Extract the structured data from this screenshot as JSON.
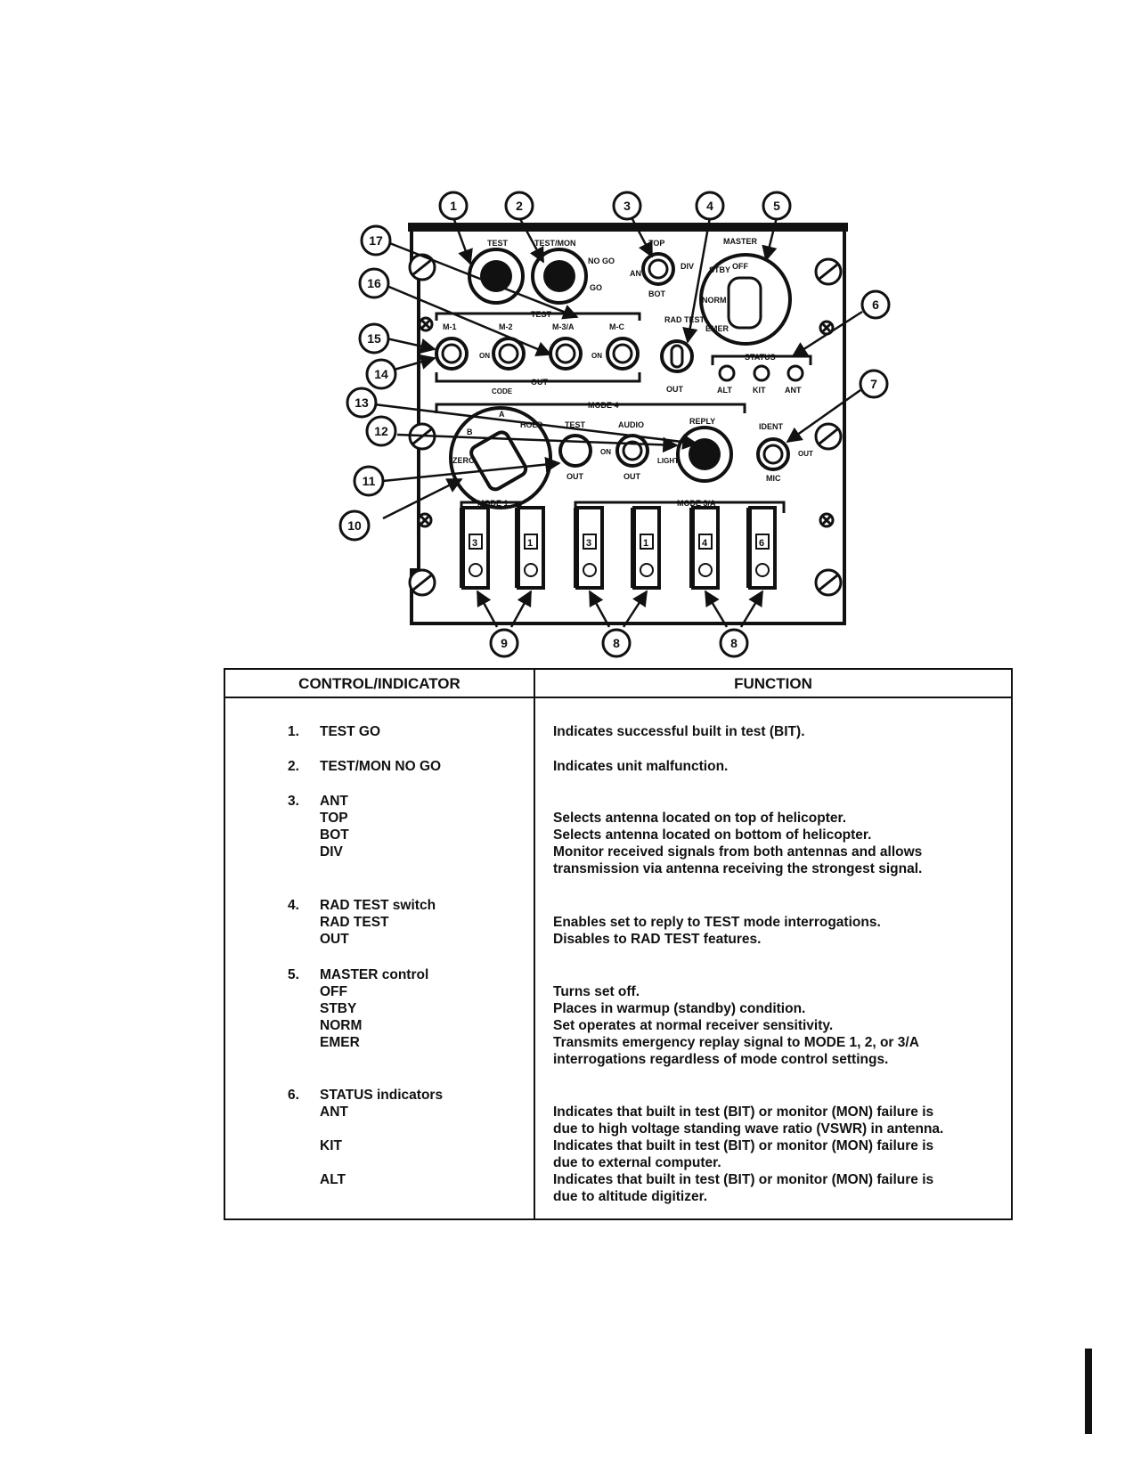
{
  "figure": {
    "callouts": {
      "c1": "1",
      "c2": "2",
      "c3": "3",
      "c4": "4",
      "c5": "5",
      "c6": "6",
      "c7": "7",
      "c8a": "8",
      "c8b": "8",
      "c9": "9",
      "c10": "10",
      "c11": "11",
      "c12": "12",
      "c13": "13",
      "c14": "14",
      "c15": "15",
      "c16": "16",
      "c17": "17"
    },
    "labels": {
      "test": "TEST",
      "test_mon": "TEST/MON",
      "top": "TOP",
      "bot": "BOT",
      "ant": "ANT",
      "div": "DIV",
      "master": "MASTER",
      "off": "OFF",
      "stby": "STBY",
      "norm": "NORM",
      "emer": "EMER",
      "go": "GO",
      "no_go": "NO GO",
      "test_group": "TEST",
      "m1": "M-1",
      "m2": "M-2",
      "m3a": "M-3/A",
      "mc": "M-C",
      "on": "ON",
      "out": "OUT",
      "rad_test": "RAD TEST",
      "status": "STATUS",
      "alt": "ALT",
      "kit": "KIT",
      "status_ant": "ANT",
      "code": "CODE",
      "mode4": "MODE 4",
      "code_a": "A",
      "code_b": "B",
      "code_zero": "ZERO",
      "code_hold": "HOLD",
      "test4": "TEST",
      "audio": "AUDIO",
      "light": "LIGHT",
      "reply": "REPLY",
      "ident": "IDENT",
      "mic": "MIC",
      "mode1": "MODE 1",
      "mode3a": "MODE 3/A",
      "wheel1": "3",
      "wheel2": "1",
      "wheel3": "3",
      "wheel4": "1",
      "wheel5": "4",
      "wheel6": "6"
    }
  },
  "table": {
    "header_left": "CONTROL/INDICATOR",
    "header_right": "FUNCTION",
    "rows": [
      {
        "num": "1.",
        "names": [
          "TEST GO"
        ],
        "functions": [
          "Indicates successful built in test (BIT)."
        ]
      },
      {
        "num": "2.",
        "names": [
          "TEST/MON NO GO"
        ],
        "functions": [
          "Indicates unit malfunction."
        ]
      },
      {
        "num": "3.",
        "names": [
          "ANT",
          "TOP",
          "BOT",
          "DIV"
        ],
        "functions": [
          "Selects antenna located on top of helicopter.",
          "Selects antenna located on bottom of helicopter.",
          "Monitor received signals from both antennas and allows",
          "transmission via antenna receiving the strongest signal."
        ]
      },
      {
        "num": "4.",
        "names": [
          "RAD TEST switch",
          "RAD TEST",
          "OUT"
        ],
        "functions": [
          "Enables set to reply to TEST mode interrogations.",
          "Disables to RAD TEST features."
        ]
      },
      {
        "num": "5.",
        "names": [
          "MASTER control",
          "OFF",
          "STBY",
          "NORM",
          "EMER"
        ],
        "functions": [
          "Turns set off.",
          "Places in warmup (standby) condition.",
          "Set operates at normal receiver sensitivity.",
          "Transmits emergency replay signal to MODE 1, 2, or 3/A",
          "interrogations regardless of mode control settings."
        ]
      },
      {
        "num": "6.",
        "names": [
          "STATUS indicators",
          "ANT",
          "KIT",
          "ALT"
        ],
        "functions": [
          "Indicates that built in test (BIT) or monitor (MON) failure is",
          "due to high voltage standing wave ratio (VSWR) in antenna.",
          "Indicates that built in test (BIT) or monitor (MON) failure is",
          "due to external computer.",
          "Indicates that built in test (BIT) or monitor (MON) failure is",
          "due to altitude digitizer."
        ]
      }
    ]
  }
}
